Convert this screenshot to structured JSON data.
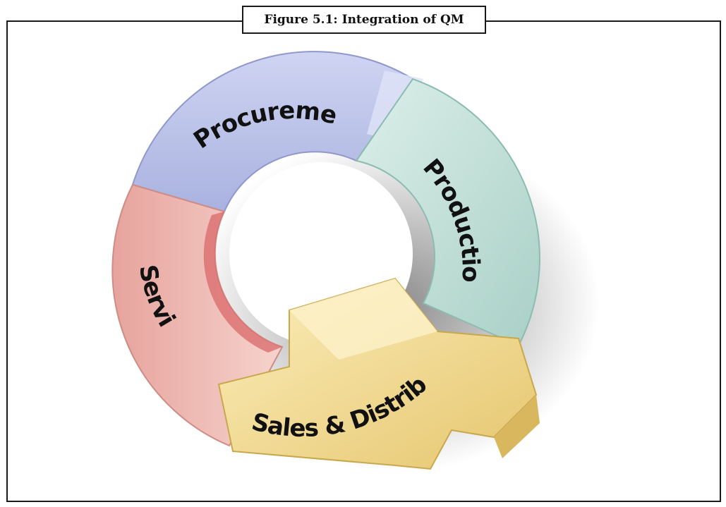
{
  "figure": {
    "caption": "Figure 5.1: Integration of QM"
  },
  "segments": {
    "procurement": {
      "label": "Procurement",
      "color": "#b9c0e6"
    },
    "production": {
      "label": "Production",
      "color": "#bfe0d8"
    },
    "sales_distribution": {
      "label": "Sales & Distribution",
      "color": "#f1dc96"
    },
    "service": {
      "label": "Service",
      "color": "#eeb3ac"
    }
  }
}
